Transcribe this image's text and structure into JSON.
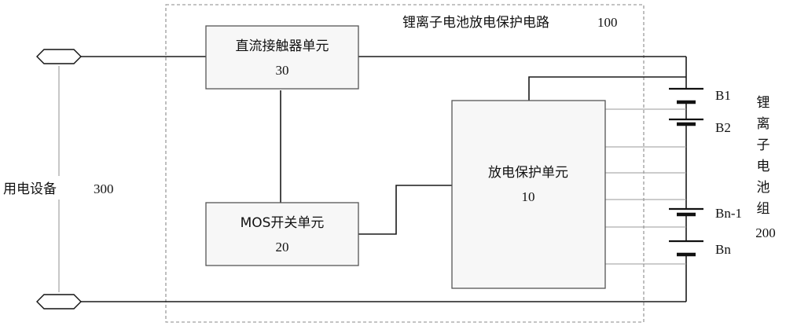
{
  "circuit_label": "锂离子电池放电保护电路",
  "circuit_number": "100",
  "device_label": "用电设备",
  "device_number": "300",
  "units": {
    "contactor": {
      "title": "直流接触器单元",
      "number": "30"
    },
    "mos": {
      "title": "MOS开关单元",
      "number": "20"
    },
    "protection": {
      "title": "放电保护单元",
      "number": "10"
    }
  },
  "cells": [
    "B1",
    "B2",
    "Bn-1",
    "Bn"
  ],
  "battery_pack_chars": [
    "锂",
    "离",
    "子",
    "电",
    "池",
    "组"
  ],
  "battery_pack_number": "200"
}
